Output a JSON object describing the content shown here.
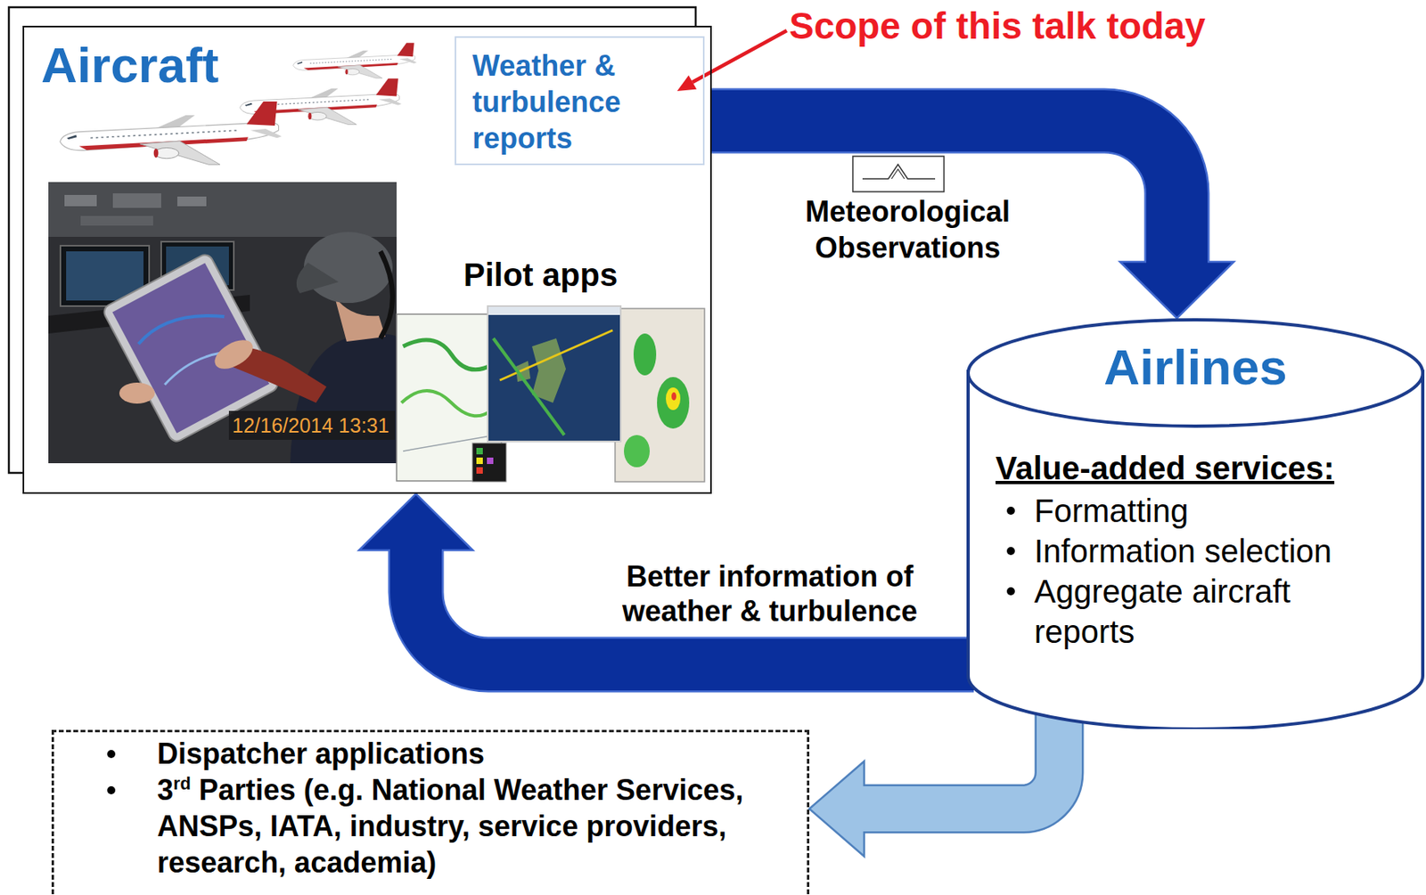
{
  "diagram": {
    "nodes": [
      {
        "text": [
          "Aircraft"
        ]
      },
      {
        "text": [
          "Weather & turbulence reports"
        ],
        "in": 0
      },
      {
        "text": [
          "Airlines",
          "Value-added services:",
          "Formatting",
          "Information selection",
          "Aggregate aircraft reports"
        ]
      },
      {
        "text": [
          "Dispatcher applications",
          "3rd Parties (e.g. National Weather Services, ANSPs, IATA, industry, service providers, research, academia)"
        ]
      }
    ],
    "edges": [
      {
        "from": 0,
        "to": 2,
        "label": "Meteorological Observations",
        "arrow": "to"
      },
      {
        "from": 2,
        "to": 0,
        "label": "Better information of weather & turbulence",
        "arrow": "to"
      },
      {
        "from": 2,
        "to": 3,
        "arrow": "to"
      }
    ],
    "labels": [
      "Scope of this talk today",
      "Pilot apps",
      "12/16/2014 13:31"
    ]
  }
}
